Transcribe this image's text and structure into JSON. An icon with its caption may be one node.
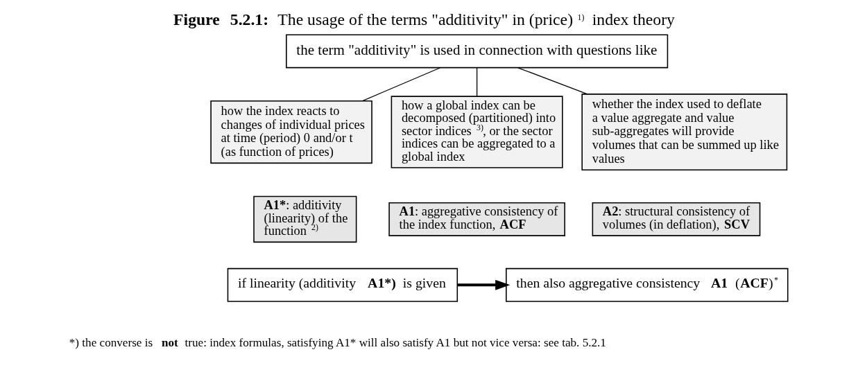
{
  "diagram": {
    "title": "**Figure 5.2.1:** The usage of the terms \"additivity\" in (price)$^{1)}$ index theory",
    "nodes": [
      {
        "text": [
          "the term \"additivity\" is used in connection with questions like"
        ]
      },
      {
        "text": [
          "how the index reacts to changes of individual prices at time (period) 0 and/or t (as function of prices)"
        ]
      },
      {
        "text": [
          "how a global index can be decomposed (partitioned) into sector indices $^{3)}$, or the sector indices can be aggregated to a global index"
        ]
      },
      {
        "text": [
          "whether the index used to deflate a value aggregate and value sub-aggregates will provide volumes that can be summed up like values"
        ]
      },
      {
        "text": [
          "**A1***: additivity (linearity) of the function $^{2)}$"
        ]
      },
      {
        "text": [
          "**A1**: aggregative consistency of the index function, **ACF**"
        ]
      },
      {
        "text": [
          "**A2**: structural consistency of volumes (in deflation), **SCV**"
        ]
      },
      {
        "text": [
          "if linearity (additivity **A1*)** is given"
        ]
      },
      {
        "text": [
          "then also aggregative consistency **A1** (**ACF**)$^{*}$"
        ]
      }
    ],
    "edges": [
      {
        "from": 0,
        "to": 1,
        "arrow": "none"
      },
      {
        "from": 0,
        "to": 2,
        "arrow": "none"
      },
      {
        "from": 0,
        "to": 3,
        "arrow": "none"
      },
      {
        "from": 7,
        "to": 8,
        "arrow": "to",
        "style": "thick"
      }
    ],
    "labels": [
      "*) the converse is **not** true: index formulas, satisfying A1* will also satisfy A1 but not vice versa: see tab. 5.2.1"
    ]
  }
}
